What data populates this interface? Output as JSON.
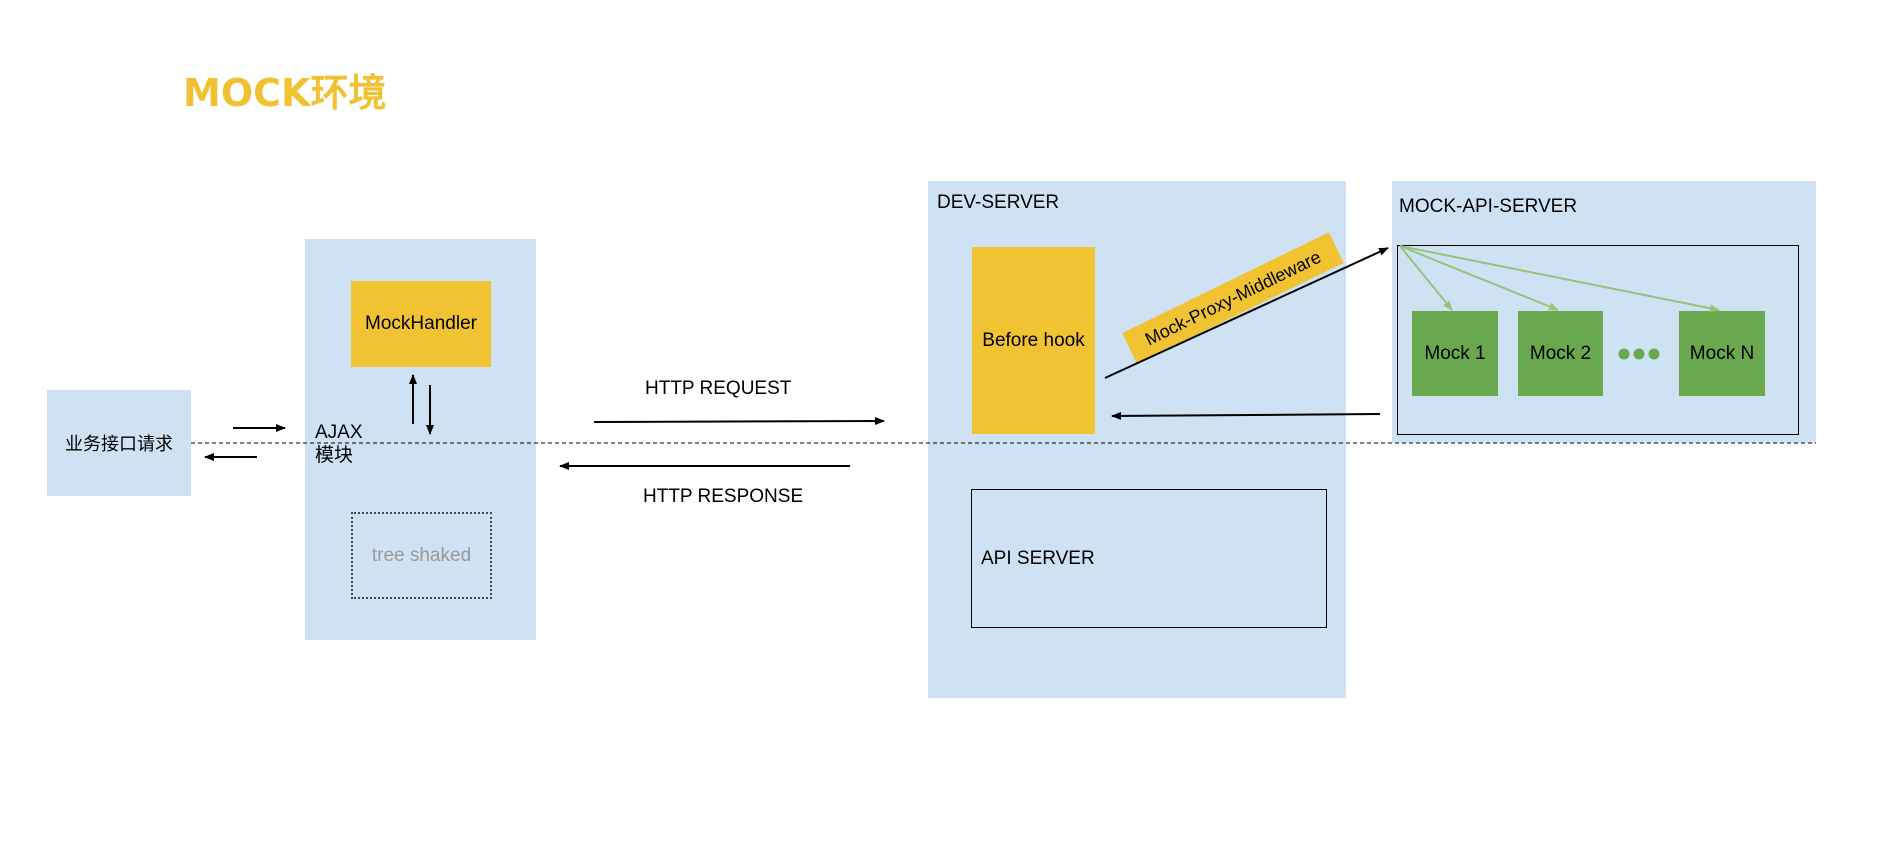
{
  "title": "MOCK环境",
  "client": {
    "label": "业务接口请求"
  },
  "ajax": {
    "label_line1": "AJAX",
    "label_line2": "模块",
    "mock_handler": "MockHandler",
    "tree_shaked": "tree shaked"
  },
  "http": {
    "request": "HTTP REQUEST",
    "response": "HTTP RESPONSE"
  },
  "dev_server": {
    "label": "DEV-SERVER",
    "before_hook": "Before hook",
    "middleware": "Mock-Proxy-Middleware",
    "api_server": "API SERVER"
  },
  "mock_api_server": {
    "label": "MOCK-API-SERVER",
    "mocks": [
      "Mock 1",
      "Mock 2",
      "Mock N"
    ]
  },
  "colors": {
    "title": "#f0c232",
    "panel": "#cfe2f3",
    "yellow": "#f1c232",
    "green": "#6aa84f",
    "green_arrow": "#93c47d",
    "tree_text": "#999999"
  }
}
